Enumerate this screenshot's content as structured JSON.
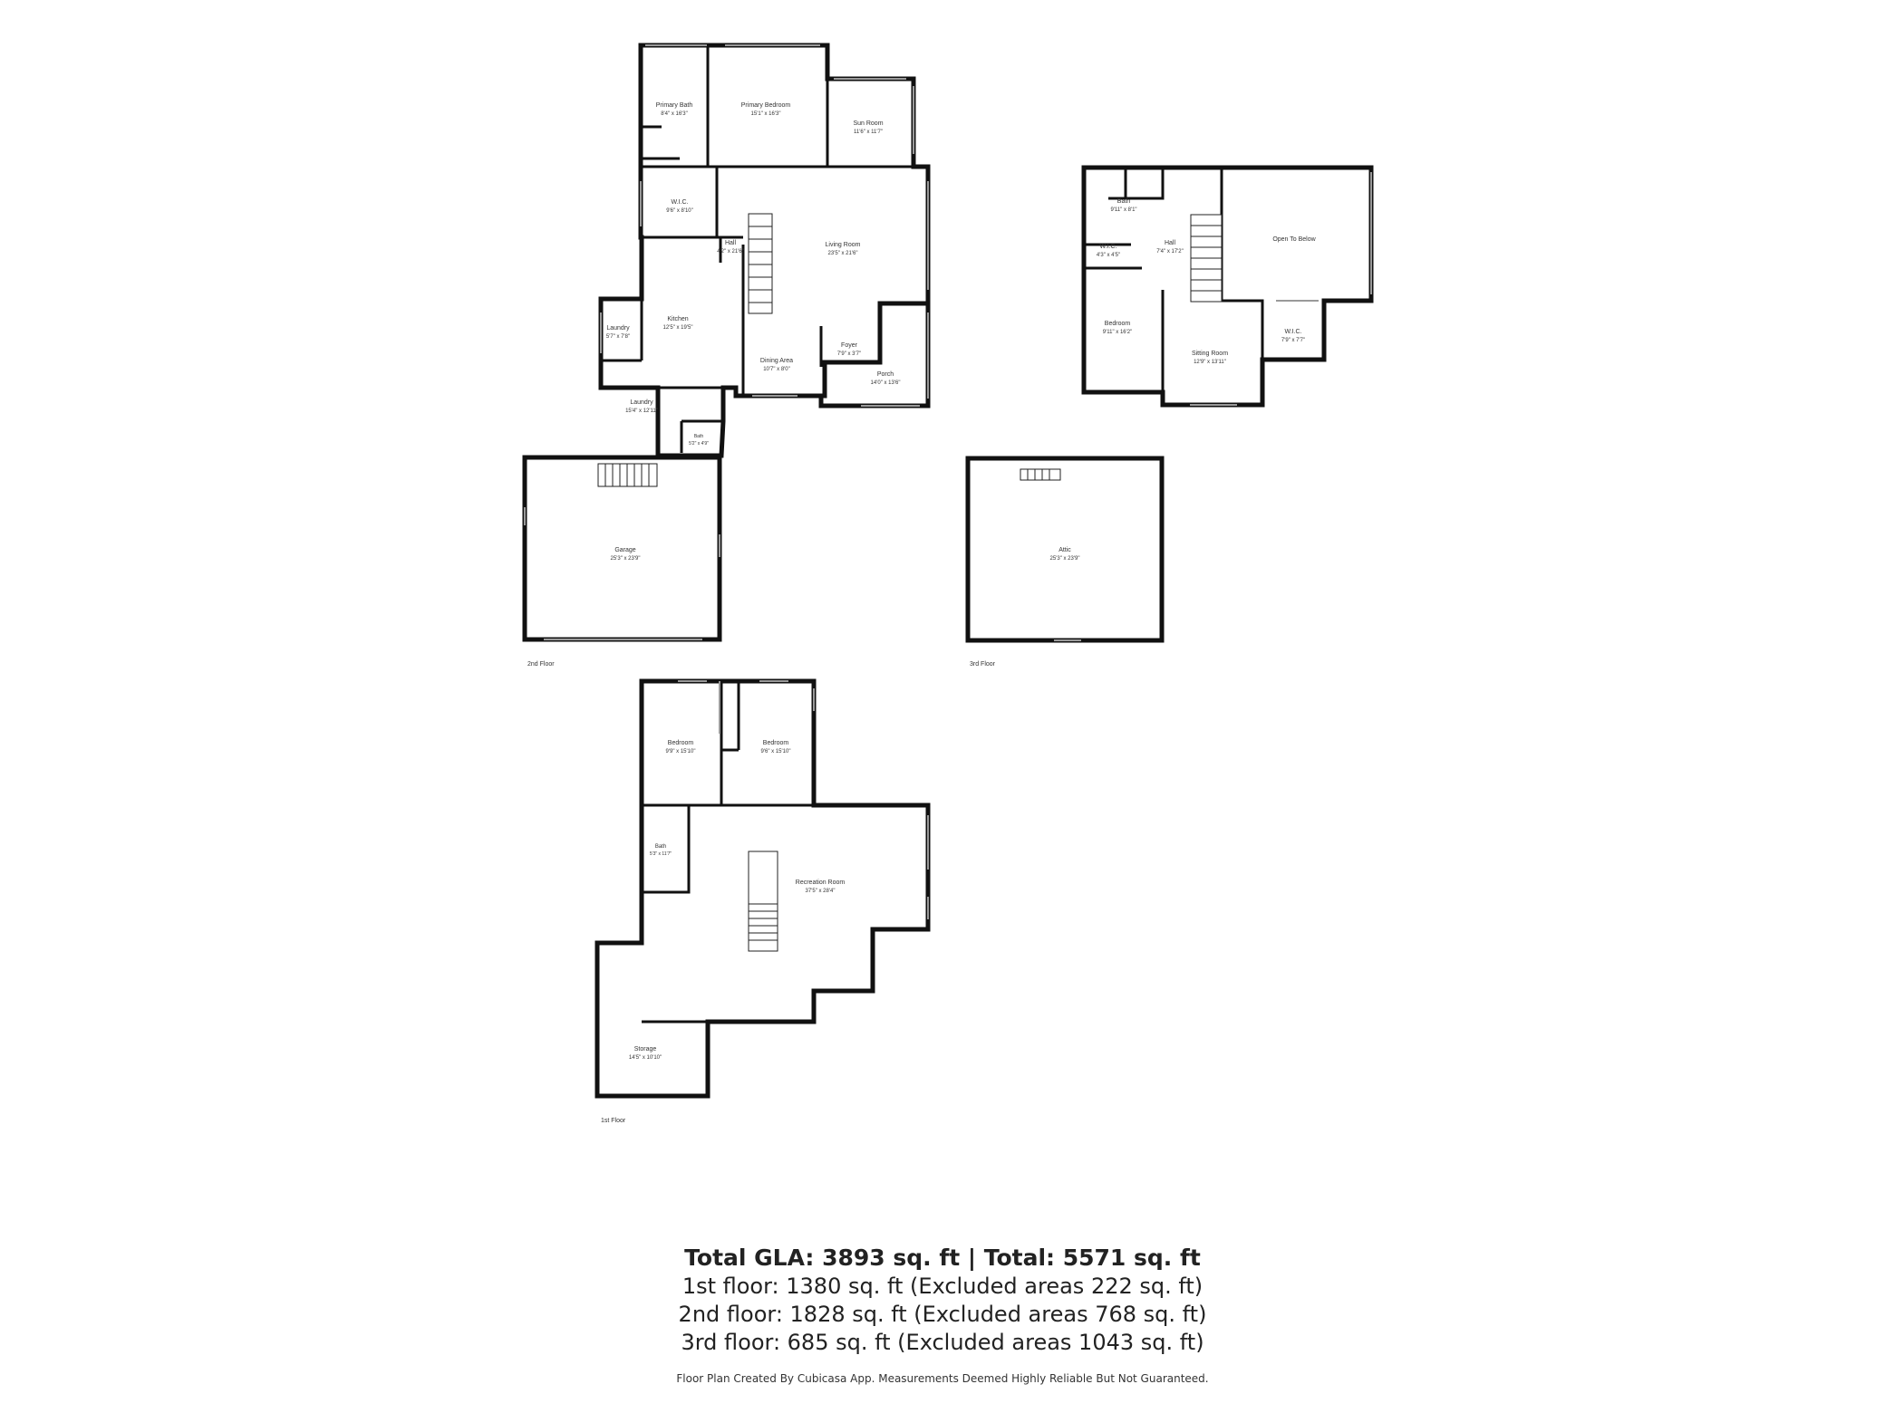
{
  "floors": {
    "first": {
      "label": "1st Floor",
      "rooms": [
        {
          "name": "Bedroom",
          "dim": "9'9\" x 15'10\""
        },
        {
          "name": "Bedroom",
          "dim": "9'6\" x 15'10\""
        },
        {
          "name": "Bath",
          "dim": "5'3\" x 11'7\""
        },
        {
          "name": "Recreation Room",
          "dim": "37'5\" x 28'4\""
        },
        {
          "name": "Storage",
          "dim": "14'5\" x 10'10\""
        }
      ]
    },
    "second": {
      "label": "2nd Floor",
      "rooms": [
        {
          "name": "Primary Bath",
          "dim": "8'4\" x 16'3\""
        },
        {
          "name": "Primary Bedroom",
          "dim": "15'1\" x 16'3\""
        },
        {
          "name": "Sun Room",
          "dim": "11'6\" x 11'7\""
        },
        {
          "name": "W.I.C.",
          "dim": "9'6\" x 8'10\""
        },
        {
          "name": "Hall",
          "dim": "4'2\" x 21'6\""
        },
        {
          "name": "Living Room",
          "dim": "23'5\" x 21'6\""
        },
        {
          "name": "Laundry",
          "dim": "5'7\" x 7'8\""
        },
        {
          "name": "Kitchen",
          "dim": "12'5\" x 19'5\""
        },
        {
          "name": "Dining Area",
          "dim": "10'7\" x 8'0\""
        },
        {
          "name": "Foyer",
          "dim": "7'9\" x 3'7\""
        },
        {
          "name": "Porch",
          "dim": "14'0\" x 13'6\""
        },
        {
          "name": "Laundry",
          "dim": "15'4\" x 12'11\""
        },
        {
          "name": "Bath",
          "dim": "5'2\" x 4'9\""
        },
        {
          "name": "Garage",
          "dim": "25'3\" x 23'9\""
        }
      ]
    },
    "third": {
      "label": "3rd Floor",
      "rooms": [
        {
          "name": "Bath",
          "dim": "9'11\" x 8'1\""
        },
        {
          "name": "W.I.C.",
          "dim": "4'3\" x 4'5\""
        },
        {
          "name": "Hall",
          "dim": "7'4\" x 17'2\""
        },
        {
          "name": "Open To Below",
          "dim": ""
        },
        {
          "name": "Bedroom",
          "dim": "9'11\" x 16'2\""
        },
        {
          "name": "Sitting Room",
          "dim": "12'9\" x 13'11\""
        },
        {
          "name": "W.I.C.",
          "dim": "7'9\" x 7'7\""
        },
        {
          "name": "Attic",
          "dim": "25'3\" x 23'9\""
        }
      ]
    }
  },
  "summary": {
    "total": "Total GLA: 3893 sq. ft | Total: 5571 sq. ft",
    "first": "1st floor: 1380 sq. ft (Excluded areas 222 sq. ft)",
    "second": "2nd floor: 1828 sq. ft (Excluded areas 768 sq. ft)",
    "third": "3rd floor: 685 sq. ft (Excluded areas 1043 sq. ft)"
  },
  "disclaimer": "Floor Plan Created By Cubicasa App. Measurements Deemed Highly Reliable But Not Guaranteed."
}
